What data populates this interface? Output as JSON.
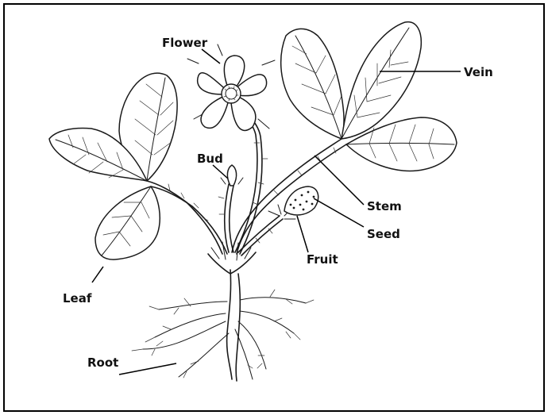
{
  "labels": {
    "flower": "Flower",
    "vein": "Vein",
    "bud": "Bud",
    "stem": "Stem",
    "seed": "Seed",
    "fruit": "Fruit",
    "leaf": "Leaf",
    "root": "Root"
  },
  "colors": {
    "line": "#1a1a1a",
    "background": "#ffffff",
    "frame": "#000000"
  }
}
